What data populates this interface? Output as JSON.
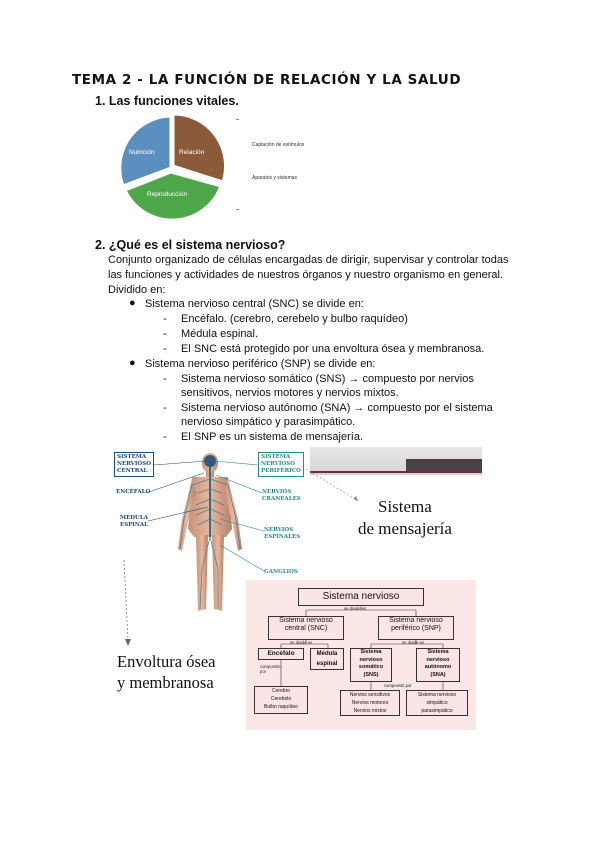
{
  "title": "TEMA 2 - LA FUNCIÓN DE RELACIÓN Y LA SALUD",
  "section1": {
    "heading": "1.  Las funciones vitales.",
    "pie": {
      "slices": [
        {
          "label": "Nutrición",
          "color": "#5b8fbf"
        },
        {
          "label": "Relación",
          "color": "#8a5a3b"
        },
        {
          "label": "Reproducción",
          "color": "#4ea84a"
        }
      ],
      "side_labels": [
        "Captación de estímulos",
        "Aparatos y sistemas"
      ]
    }
  },
  "section2": {
    "heading": "2.  ¿Qué es el sistema nervioso?",
    "paragraph_lines": [
      "Conjunto organizado de células encargadas de dirigir, supervisar y controlar todas",
      "las funciones y actividades de nuestros órganos y nuestro organismo en general.",
      "Dividido en:"
    ],
    "snc": {
      "bullet": "Sistema nervioso central (SNC) se divide en:",
      "items": [
        "Encéfalo. (cerebro, cerebelo y bulbo raquídeo)",
        "Médula espinal.",
        "El SNC está protegido por una envoltura ósea y membranosa."
      ]
    },
    "snp": {
      "bullet": "Sistema nervioso periférico (SNP) se divide en:",
      "items": [
        [
          "Sistema nervioso somático (SNS) → compuesto por nervios",
          "sensitivos, nervios motores y nervios mixtos."
        ],
        [
          "Sistema nervioso autónomo (SNA) → compuesto por el sistema",
          "nervioso simpático y parasimpático."
        ],
        [
          "El SNP es un sistema de mensajería."
        ]
      ]
    }
  },
  "figure": {
    "labels": {
      "snc": [
        "SISTEMA",
        "NERVIOSO",
        "CENTRAL"
      ],
      "snp": [
        "SISTEMA",
        "NERVIOSO",
        "PERIFÉRICO"
      ],
      "encefalo": "ENCÉFALO",
      "medula": [
        "MÉDULA",
        "ESPINAL"
      ],
      "nervios_craneales": [
        "NERVIOS",
        "CRANEALES"
      ],
      "nervios_espinales": [
        "NERVIOS",
        "ESPINALES"
      ],
      "ganglios": "GANGLIOS"
    },
    "mensajeria": [
      "Sistema",
      "de mensajería"
    ],
    "envoltura": [
      "Envoltura ósea",
      "y membranosa"
    ],
    "chart": {
      "root": "Sistema nervioso",
      "root_link": "se divide en",
      "snc": [
        "Sistema nervioso",
        "central (SNC)"
      ],
      "snp": [
        "Sistema nervioso",
        "periférico (SNP)"
      ],
      "snc_link": "se divide en",
      "snp_link": "se divide en",
      "encefalo": "Encéfalo",
      "medula": [
        "Médula",
        "espinal"
      ],
      "encefalo_link": [
        "compuesto",
        "por"
      ],
      "encefalo_parts": [
        "Cerebro",
        "Cerebelo",
        "Bulbo raquídeo"
      ],
      "sns": [
        "Sistema",
        "nervioso",
        "somático",
        "(SNS)"
      ],
      "sna": [
        "Sistema",
        "nervioso",
        "autónomo",
        "(SNA)"
      ],
      "sns_link": "compuesto por",
      "sns_parts": [
        "Nervios sensitivos",
        "Nervios motores",
        "Nervios mixtos"
      ],
      "sna_parts": [
        "Sistema nervioso",
        "simpático",
        "parasimpático"
      ]
    }
  }
}
